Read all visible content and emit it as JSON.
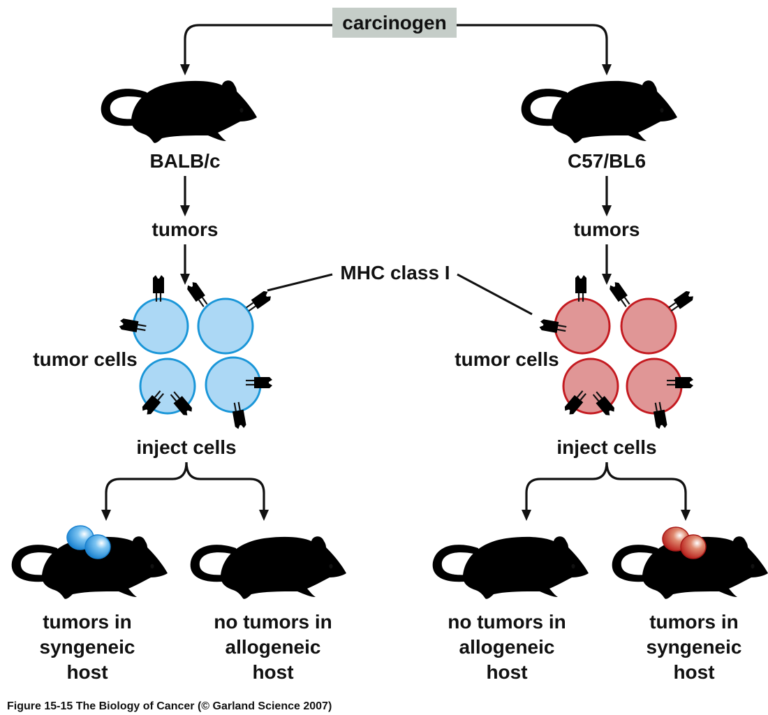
{
  "figure": {
    "top_label": "carcinogen",
    "mhc_label": "MHC class I",
    "caption": "Figure 15-15  The Biology of Cancer (© Garland Science 2007)"
  },
  "colors": {
    "blue_fill": "#acd8f5",
    "blue_stroke": "#1a96d8",
    "blue_mhc": "#1f7fd6",
    "red_fill": "#f4c4c4",
    "red_stroke": "#c41a20",
    "red_cell_fill": "#e09696",
    "red_mhc": "#c0141a",
    "label_box": "#c5cdc8",
    "ink": "#111111"
  },
  "left": {
    "strain": "BALB/c",
    "step1": "tumors",
    "cells_label": "tumor cells",
    "step2": "inject cells",
    "outcome_syngeneic": [
      "tumors in",
      "syngeneic",
      "host"
    ],
    "outcome_allogeneic": [
      "no tumors in",
      "allogeneic",
      "host"
    ]
  },
  "right": {
    "strain": "C57/BL6",
    "step1": "tumors",
    "cells_label": "tumor cells",
    "step2": "inject cells",
    "outcome_allogeneic": [
      "no tumors in",
      "allogeneic",
      "host"
    ],
    "outcome_syngeneic": [
      "tumors in",
      "syngeneic",
      "host"
    ]
  }
}
